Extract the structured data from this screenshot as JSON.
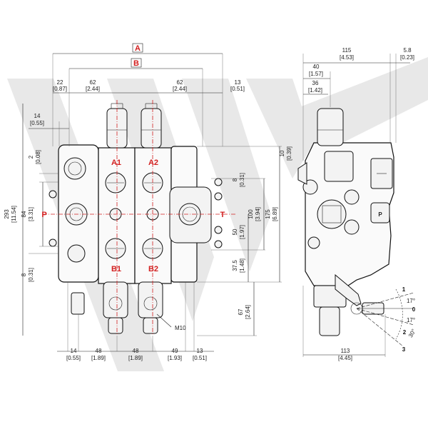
{
  "labels": {
    "overall_length": "A",
    "mount_length": "B",
    "pressure_port": "P",
    "tank_port": "T",
    "port_a1": "A1",
    "port_a2": "A2",
    "port_b1": "B1",
    "port_b2": "B2",
    "thread": "M10"
  },
  "top_dims": {
    "d22": "22",
    "d22_in": "[0.87]",
    "d62a": "62",
    "d62a_in": "[2.44]",
    "d62b": "62",
    "d62b_in": "[2.44]",
    "d13": "13",
    "d13_in": "[0.51]",
    "d14": "14",
    "d14_in": "[0.55]"
  },
  "left_dims": {
    "d293": "293",
    "d293_in": "[11.54]",
    "d84": "84",
    "d84_in": "[3.31]",
    "d2": "2",
    "d2_in": "[0.08]",
    "d8": "8",
    "d8_in": "[0.31]"
  },
  "right_dims": {
    "d10": "10",
    "d10_in": "[0.39]",
    "d8": "8",
    "d8_in": "[0.31]",
    "d100": "100",
    "d100_in": "[3.94]",
    "d175": "175",
    "d175_in": "[6.89]",
    "d50": "50",
    "d50_in": "[1.97]",
    "d375": "37.5",
    "d375_in": "[1.48]",
    "d67": "67",
    "d67_in": "[2.64]"
  },
  "bottom_dims": {
    "d14": "14",
    "d14_in": "[0.55]",
    "d48a": "48",
    "d48a_in": "[1.89]",
    "d48b": "48",
    "d48b_in": "[1.89]",
    "d49": "49",
    "d49_in": "[1.93]",
    "d13": "13",
    "d13_in": "[0.51]"
  },
  "side_dims": {
    "d115": "115",
    "d115_in": "[4.53]",
    "d58": "5.8",
    "d58_in": "[0.23]",
    "d40": "40",
    "d40_in": "[1.57]",
    "d36": "36",
    "d36_in": "[1.42]",
    "d113": "113",
    "d113_in": "[4.45]"
  },
  "lever": {
    "pos1": "1",
    "pos0": "0",
    "pos2": "2",
    "pos3": "3",
    "ang1": "17°",
    "ang2": "17°",
    "ang3": "30°"
  },
  "colors": {
    "accent": "#d32020",
    "watermark": "#e6e6e6"
  }
}
